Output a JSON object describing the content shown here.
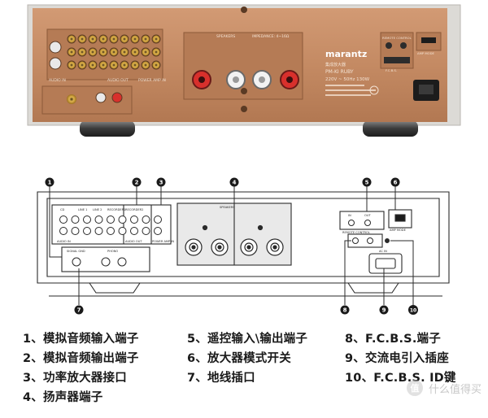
{
  "photo": {
    "brand": "marantz",
    "model": "PM-KI RUBY",
    "product_type": "集成放大器",
    "power_rating": "220V ~ 50Hz 130W",
    "sections": {
      "audio_in": "AUDIO IN",
      "audio_out": "AUDIO OUT",
      "power_amp_in": "POWER AMP IN",
      "speakers": "SPEAKERS",
      "impedance": "IMPEDANCE: 4~16Ω",
      "remote_control": "REMOTE CONTROL",
      "amp_mode": "AMP MODE",
      "fcbs": "F.C.B.S."
    }
  },
  "diagram": {
    "callouts": [
      "1",
      "2",
      "3",
      "4",
      "5",
      "6",
      "7",
      "8",
      "9",
      "10"
    ],
    "panel_labels": {
      "cd": "CD",
      "line1": "LINE 1",
      "line2": "LINE 2",
      "recorder1": "RECORDER1",
      "recorder2": "RECORDER2",
      "audio_in": "AUDIO IN",
      "audio_out": "AUDIO OUT",
      "power_amp_in": "POWER AMP IN",
      "speakers": "SPEAKERS",
      "phono": "PHONO",
      "signal_gnd": "SIGNAL GND",
      "in": "IN",
      "out": "OUT",
      "remote_control": "REMOTE CONTROL",
      "amp_mode": "AMP MODE",
      "ac_in": "AC IN"
    }
  },
  "legend": {
    "items": [
      "1、模拟音频输入端子",
      "2、模拟音频输出端子",
      "3、功率放大器接口",
      "4、扬声器端子",
      "5、遥控输入\\输出端子",
      "6、放大器模式开关",
      "7、地线插口",
      "8、F.C.B.S.端子",
      "9、交流电引入插座",
      "10、F.C.B.S. ID键"
    ]
  },
  "watermark": {
    "text": "什么值得买"
  },
  "colors": {
    "panel_copper": "#c48a63",
    "panel_copper_dark": "#a86d4a",
    "panel_silver": "#d8d6d2",
    "line_art": "#2a2a2a",
    "terminal_red": "#d8302c",
    "terminal_white": "#f2f2f2",
    "legend_text": "#1a1a1a"
  }
}
